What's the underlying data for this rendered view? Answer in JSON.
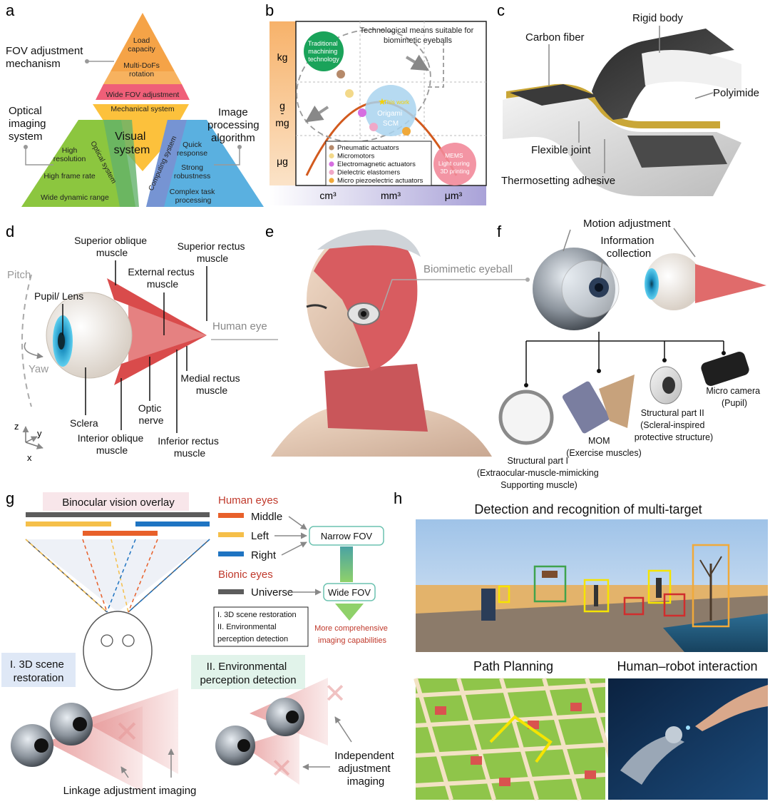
{
  "panels": {
    "a": {
      "label": "a",
      "callouts": {
        "fov": [
          "FOV adjustment",
          "mechanism"
        ],
        "optical": [
          "Optical",
          "imaging",
          "system"
        ],
        "image_proc": [
          "Image",
          "processing",
          "algorithm"
        ]
      },
      "top": [
        "Load",
        "capacity",
        "Multi-DoFs",
        "rotation",
        "Wide FOV adjustment"
      ],
      "mechanical_system": "Mechanical system",
      "center": [
        "Visual",
        "system"
      ],
      "left": [
        "High",
        "resolution",
        "High frame rate",
        "Wide dynamic range"
      ],
      "optical_system": "Optical system",
      "computing_system": "Computing system",
      "right": [
        "Quick",
        "response",
        "Strong",
        "robustness",
        "Complex task",
        "processing"
      ],
      "colors": {
        "top": "#f5a347",
        "left": "#8cc63f",
        "right": "#5ab0e0",
        "center": "#fcc13c",
        "mech": "#ef5f78"
      }
    },
    "b": {
      "label": "b",
      "y_ticks": [
        "kg",
        "g",
        "-",
        "mg",
        "μg"
      ],
      "x_ticks": [
        "cm³",
        "mm³",
        "μm³"
      ],
      "annotation": [
        "Technological means suitable for",
        "biomimetic eyeballs"
      ],
      "traditional": [
        "Traditional",
        "machining",
        "technology"
      ],
      "this_work": "This work",
      "origami": [
        "Origami",
        "SCM"
      ],
      "mems": [
        "MEMS",
        "Light curing",
        "3D printing"
      ],
      "legend": [
        {
          "label": "Pneumatic actuators",
          "color": "#b5896a"
        },
        {
          "label": "Micromotors",
          "color": "#f3d98a"
        },
        {
          "label": "Electromagnetic actuators",
          "color": "#d66ee0"
        },
        {
          "label": "Dielectric elastomers",
          "color": "#f0a8c8"
        },
        {
          "label": "Micro piezoelectric actuators",
          "color": "#f0a93a"
        }
      ]
    },
    "c": {
      "label": "c",
      "labels": {
        "carbon": "Carbon fiber",
        "rigid": "Rigid body",
        "polyimide": "Polyimide",
        "joint": "Flexible joint",
        "adhesive": "Thermosetting adhesive"
      }
    },
    "d": {
      "label": "d",
      "labels": {
        "superior_oblique": [
          "Superior oblique",
          "muscle"
        ],
        "superior_rectus": [
          "Superior rectus",
          "muscle"
        ],
        "external_rectus": [
          "External rectus",
          "muscle"
        ],
        "pupil": "Pupil/ Lens",
        "pitch": "Pitch",
        "yaw": "Yaw",
        "human_eye": "Human eye",
        "medial_rectus": [
          "Medial rectus",
          "muscle"
        ],
        "optic_nerve": [
          "Optic",
          "nerve"
        ],
        "sclera": "Sclera",
        "interior_oblique": [
          "Interior oblique",
          "muscle"
        ],
        "inferior_rectus": [
          "Inferior rectus",
          "muscle"
        ],
        "axis_z": "z",
        "axis_y": "y",
        "axis_x": "x"
      }
    },
    "e": {
      "label": "e",
      "biomimetic": "Biomimetic eyeball"
    },
    "f": {
      "label": "f",
      "motion": "Motion adjustment",
      "info": [
        "Information",
        "collection"
      ],
      "micro_camera": [
        "Micro camera",
        "(Pupil)"
      ],
      "structural2": [
        "Structural part II",
        "(Scleral-inspired",
        "protective structure)"
      ],
      "mom": [
        "MOM",
        "(Exercise muscles)"
      ],
      "structural1": [
        "Structural part I",
        "(Extraocular-muscle-mimicking",
        "Supporting muscle)"
      ]
    },
    "g": {
      "label": "g",
      "overlay_title": "Binocular vision overlay",
      "human_eyes": "Human eyes",
      "middle": "Middle",
      "left": "Left",
      "right": "Right",
      "bionic_eyes": "Bionic eyes",
      "universe": "Universe",
      "narrow_fov": "Narrow FOV",
      "wide_fov": "Wide FOV",
      "list": [
        "I. 3D scene restoration",
        "II. Environmental",
        "perception detection"
      ],
      "more": [
        "More comprehensive",
        "imaging capabilities"
      ],
      "scene": [
        "I. 3D scene",
        "restoration"
      ],
      "env": [
        "II. Environmental",
        "perception detection"
      ],
      "linkage": "Linkage adjustment imaging",
      "independent": [
        "Independent",
        "adjustment",
        "imaging"
      ],
      "colors": {
        "middle": "#e8602a",
        "left": "#f5bf4a",
        "right": "#1f74c2",
        "universe": "#5c5c5c"
      }
    },
    "h": {
      "label": "h",
      "detection": "Detection and recognition of multi-target",
      "path": "Path Planning",
      "hri": "Human–robot interaction"
    }
  }
}
